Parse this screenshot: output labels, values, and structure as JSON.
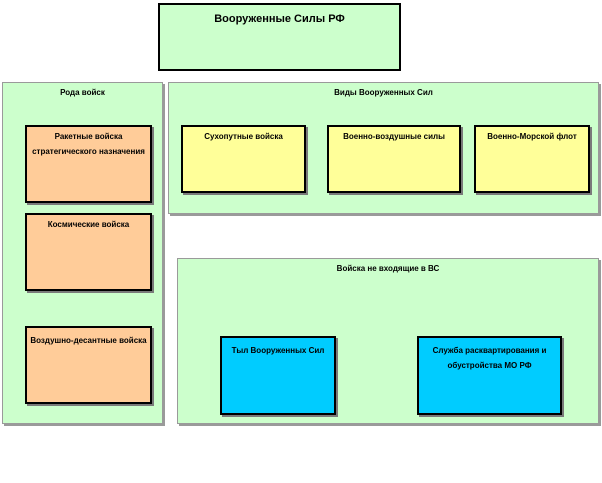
{
  "title": "Вооруженные Силы РФ",
  "rody": {
    "heading": "Рода войск",
    "items": [
      "Ракетные войска стратегического назначения",
      "Космические войска",
      "Воздушно-десантные войска"
    ]
  },
  "vidy": {
    "heading": "Виды Вооруженных Сил",
    "items": [
      "Сухопутные войска",
      "Военно-воздушные силы",
      "Военно-Морской флот"
    ]
  },
  "ne_vhodyashie": {
    "heading": "Войска не входящие в ВС",
    "items": [
      "Тыл Вооруженных Сил",
      "Служба расквартирования и обустройства МО РФ"
    ]
  },
  "colors": {
    "group_fill": "#ccffcc",
    "rody_fill": "#ffcc99",
    "vidy_fill": "#ffff99",
    "ne_fill": "#00ccff"
  }
}
